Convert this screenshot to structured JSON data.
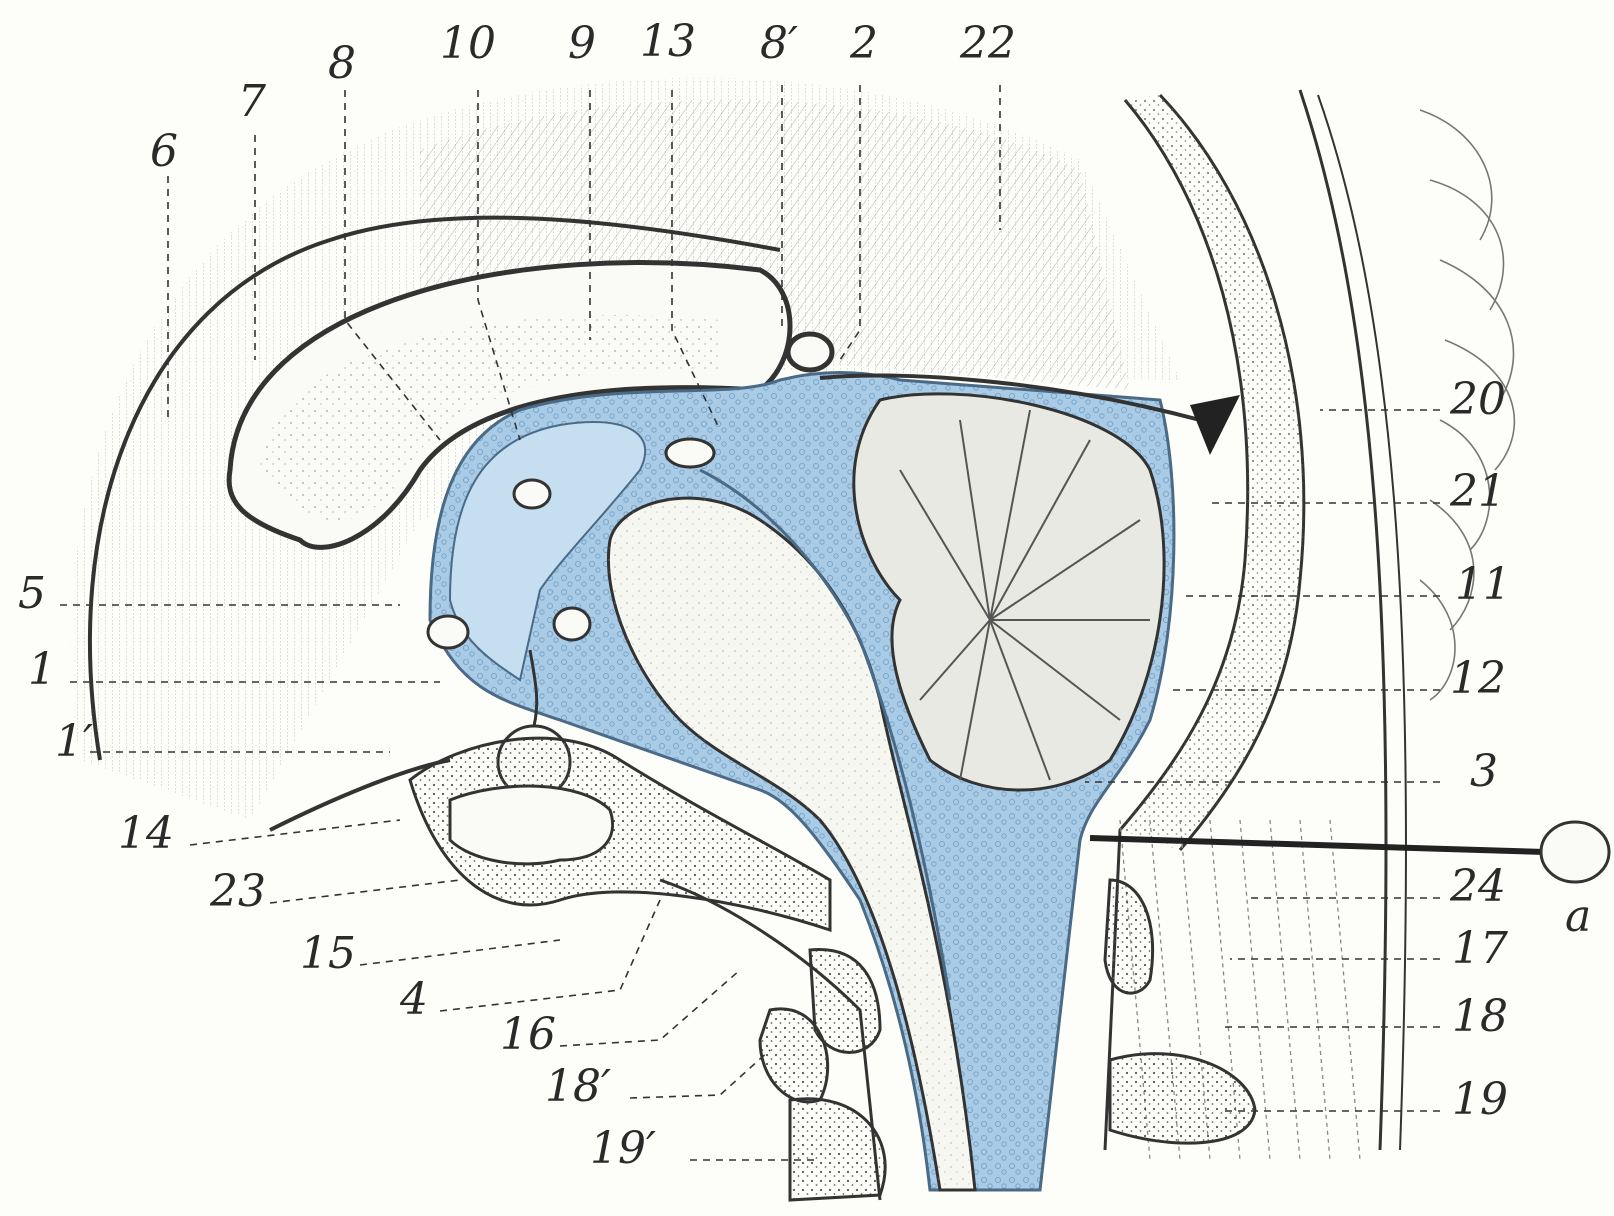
{
  "labels": {
    "l1": "1",
    "l1p": "1′",
    "l2": "2",
    "l3": "3",
    "l4": "4",
    "l5": "5",
    "l6": "6",
    "l7": "7",
    "l8": "8",
    "l8p": "8′",
    "l9": "9",
    "l10": "10",
    "l11": "11",
    "l12": "12",
    "l13": "13",
    "l14": "14",
    "l15": "15",
    "l16": "16",
    "l17": "17",
    "l18": "18",
    "l18p": "18′",
    "l19": "19",
    "l19p": "19′",
    "l20": "20",
    "l21": "21",
    "l22": "22",
    "l23": "23",
    "l24": "24",
    "la": "a"
  },
  "colors": {
    "csf_blue": "#b9d6ec",
    "csf_blue_dark": "#6f9fc6",
    "ink": "#2a2a2a",
    "paper": "#fdfdfa"
  }
}
